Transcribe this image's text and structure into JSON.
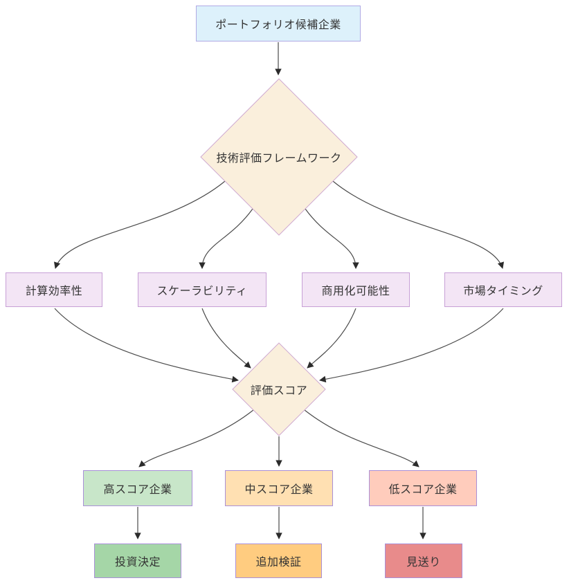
{
  "diagram": {
    "type": "flowchart",
    "direction": "top-down",
    "nodes": {
      "candidates": {
        "label": "ポートフォリオ候補企業",
        "shape": "rect",
        "fill": "#ddf1fb",
        "border": "#b0a9e4"
      },
      "framework": {
        "label": "技術評価フレームワーク",
        "shape": "diamond",
        "fill": "#faefdc",
        "border": "#cfaad1"
      },
      "compute": {
        "label": "計算効率性",
        "shape": "rect",
        "fill": "#f3e5f5",
        "border": "#c79fd6"
      },
      "scalability": {
        "label": "スケーラビリティ",
        "shape": "rect",
        "fill": "#f3e5f5",
        "border": "#c79fd6"
      },
      "commercial": {
        "label": "商用化可能性",
        "shape": "rect",
        "fill": "#f3e5f5",
        "border": "#c79fd6"
      },
      "timing": {
        "label": "市場タイミング",
        "shape": "rect",
        "fill": "#f3e5f5",
        "border": "#c79fd6"
      },
      "score": {
        "label": "評価スコア",
        "shape": "diamond",
        "fill": "#faefdc",
        "border": "#cfaad1"
      },
      "high": {
        "label": "高スコア企業",
        "shape": "rect",
        "fill": "#c8e6c9",
        "border": "#a98fd8"
      },
      "mid": {
        "label": "中スコア企業",
        "shape": "rect",
        "fill": "#ffe0b2",
        "border": "#a98fd8"
      },
      "low": {
        "label": "低スコア企業",
        "shape": "rect",
        "fill": "#ffccbc",
        "border": "#a98fd8"
      },
      "invest": {
        "label": "投資決定",
        "shape": "rect",
        "fill": "#a5d6a7",
        "border": "#a98fd8"
      },
      "verify": {
        "label": "追加検証",
        "shape": "rect",
        "fill": "#ffcc80",
        "border": "#a98fd8"
      },
      "skip": {
        "label": "見送り",
        "shape": "rect",
        "fill": "#e88b8b",
        "border": "#a98fd8"
      }
    },
    "edges": [
      {
        "from": "candidates",
        "to": "framework"
      },
      {
        "from": "framework",
        "to": "compute"
      },
      {
        "from": "framework",
        "to": "scalability"
      },
      {
        "from": "framework",
        "to": "commercial"
      },
      {
        "from": "framework",
        "to": "timing"
      },
      {
        "from": "compute",
        "to": "score"
      },
      {
        "from": "scalability",
        "to": "score"
      },
      {
        "from": "commercial",
        "to": "score"
      },
      {
        "from": "timing",
        "to": "score"
      },
      {
        "from": "score",
        "to": "high"
      },
      {
        "from": "score",
        "to": "mid"
      },
      {
        "from": "score",
        "to": "low"
      },
      {
        "from": "high",
        "to": "invest"
      },
      {
        "from": "mid",
        "to": "verify"
      },
      {
        "from": "low",
        "to": "skip"
      }
    ],
    "colors": {
      "edge": "#4a4a4a",
      "arrowhead": "#2b2b2b",
      "text": "#333333",
      "background": "#ffffff"
    }
  }
}
